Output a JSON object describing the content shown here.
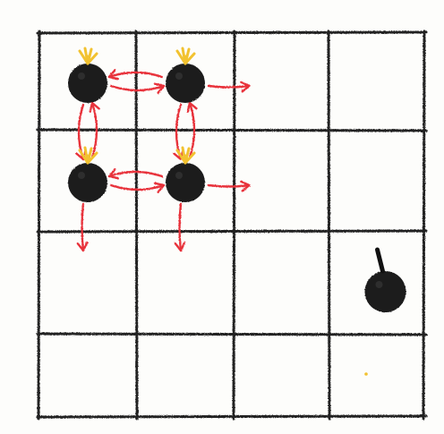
{
  "board": {
    "rows": 4,
    "cols": 4,
    "grid_color": "#222222",
    "background_color": "#fdfdfb"
  },
  "bombs": [
    {
      "row": 0,
      "col": 0,
      "lit": true
    },
    {
      "row": 0,
      "col": 1,
      "lit": true
    },
    {
      "row": 1,
      "col": 0,
      "lit": true
    },
    {
      "row": 1,
      "col": 1,
      "lit": true
    },
    {
      "row": 2,
      "col": 3,
      "lit": false
    }
  ],
  "arrows": [
    {
      "from": [
        0,
        0
      ],
      "to": [
        0,
        1
      ]
    },
    {
      "from": [
        0,
        1
      ],
      "to": [
        0,
        0
      ]
    },
    {
      "from": [
        0,
        1
      ],
      "to": [
        0,
        2
      ]
    },
    {
      "from": [
        0,
        0
      ],
      "to": [
        1,
        0
      ]
    },
    {
      "from": [
        1,
        0
      ],
      "to": [
        0,
        0
      ]
    },
    {
      "from": [
        0,
        1
      ],
      "to": [
        1,
        1
      ]
    },
    {
      "from": [
        1,
        1
      ],
      "to": [
        0,
        1
      ]
    },
    {
      "from": [
        1,
        0
      ],
      "to": [
        1,
        1
      ]
    },
    {
      "from": [
        1,
        1
      ],
      "to": [
        1,
        0
      ]
    },
    {
      "from": [
        1,
        1
      ],
      "to": [
        1,
        2
      ]
    },
    {
      "from": [
        1,
        0
      ],
      "to": [
        2,
        0
      ]
    },
    {
      "from": [
        1,
        1
      ],
      "to": [
        2,
        1
      ]
    }
  ],
  "colors": {
    "bomb": "#1c1c1c",
    "fuse_spark": "#f2c230",
    "arrow": "#e8323a",
    "unlit_fuse": "#111111"
  },
  "icons": {
    "bomb": "bomb-icon",
    "spark": "spark-icon",
    "arrow": "arrow-icon"
  }
}
